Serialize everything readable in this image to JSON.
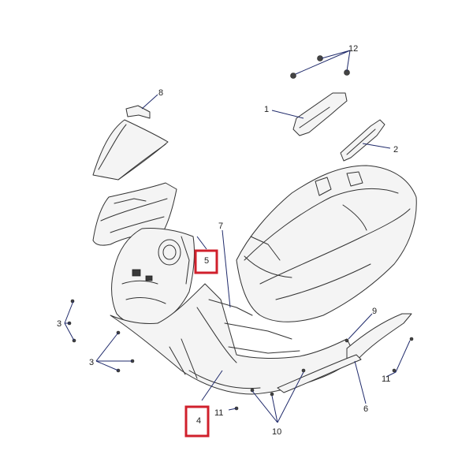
{
  "diagram": {
    "highlight_color": "#d0202c",
    "leader_color": "#1f2a6b",
    "line_color": "#333333",
    "callouts": [
      {
        "id": "1",
        "label": "1"
      },
      {
        "id": "2",
        "label": "2"
      },
      {
        "id": "3a",
        "label": "3"
      },
      {
        "id": "3b",
        "label": "3"
      },
      {
        "id": "4",
        "label": "4",
        "highlighted": true
      },
      {
        "id": "5",
        "label": "5",
        "highlighted": true
      },
      {
        "id": "6",
        "label": "6"
      },
      {
        "id": "7",
        "label": "7"
      },
      {
        "id": "8",
        "label": "8"
      },
      {
        "id": "9",
        "label": "9"
      },
      {
        "id": "10",
        "label": "10"
      },
      {
        "id": "11a",
        "label": "11"
      },
      {
        "id": "11b",
        "label": "11"
      },
      {
        "id": "12",
        "label": "12"
      }
    ]
  }
}
